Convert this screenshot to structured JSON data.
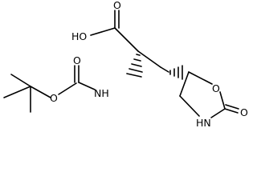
{
  "molecule": {
    "atoms": {
      "carboxyl_oh": "HO",
      "carboxyl_o": "O",
      "amide_nh": "NH",
      "carbamate_o_carbonyl": "O",
      "carbamate_o_ester": "O",
      "ring_o": "O",
      "ring_carbonyl_o": "O",
      "ring_nh": "HN"
    },
    "colors": {
      "bond": "#000000",
      "label": "#000000",
      "background": "#ffffff"
    }
  }
}
